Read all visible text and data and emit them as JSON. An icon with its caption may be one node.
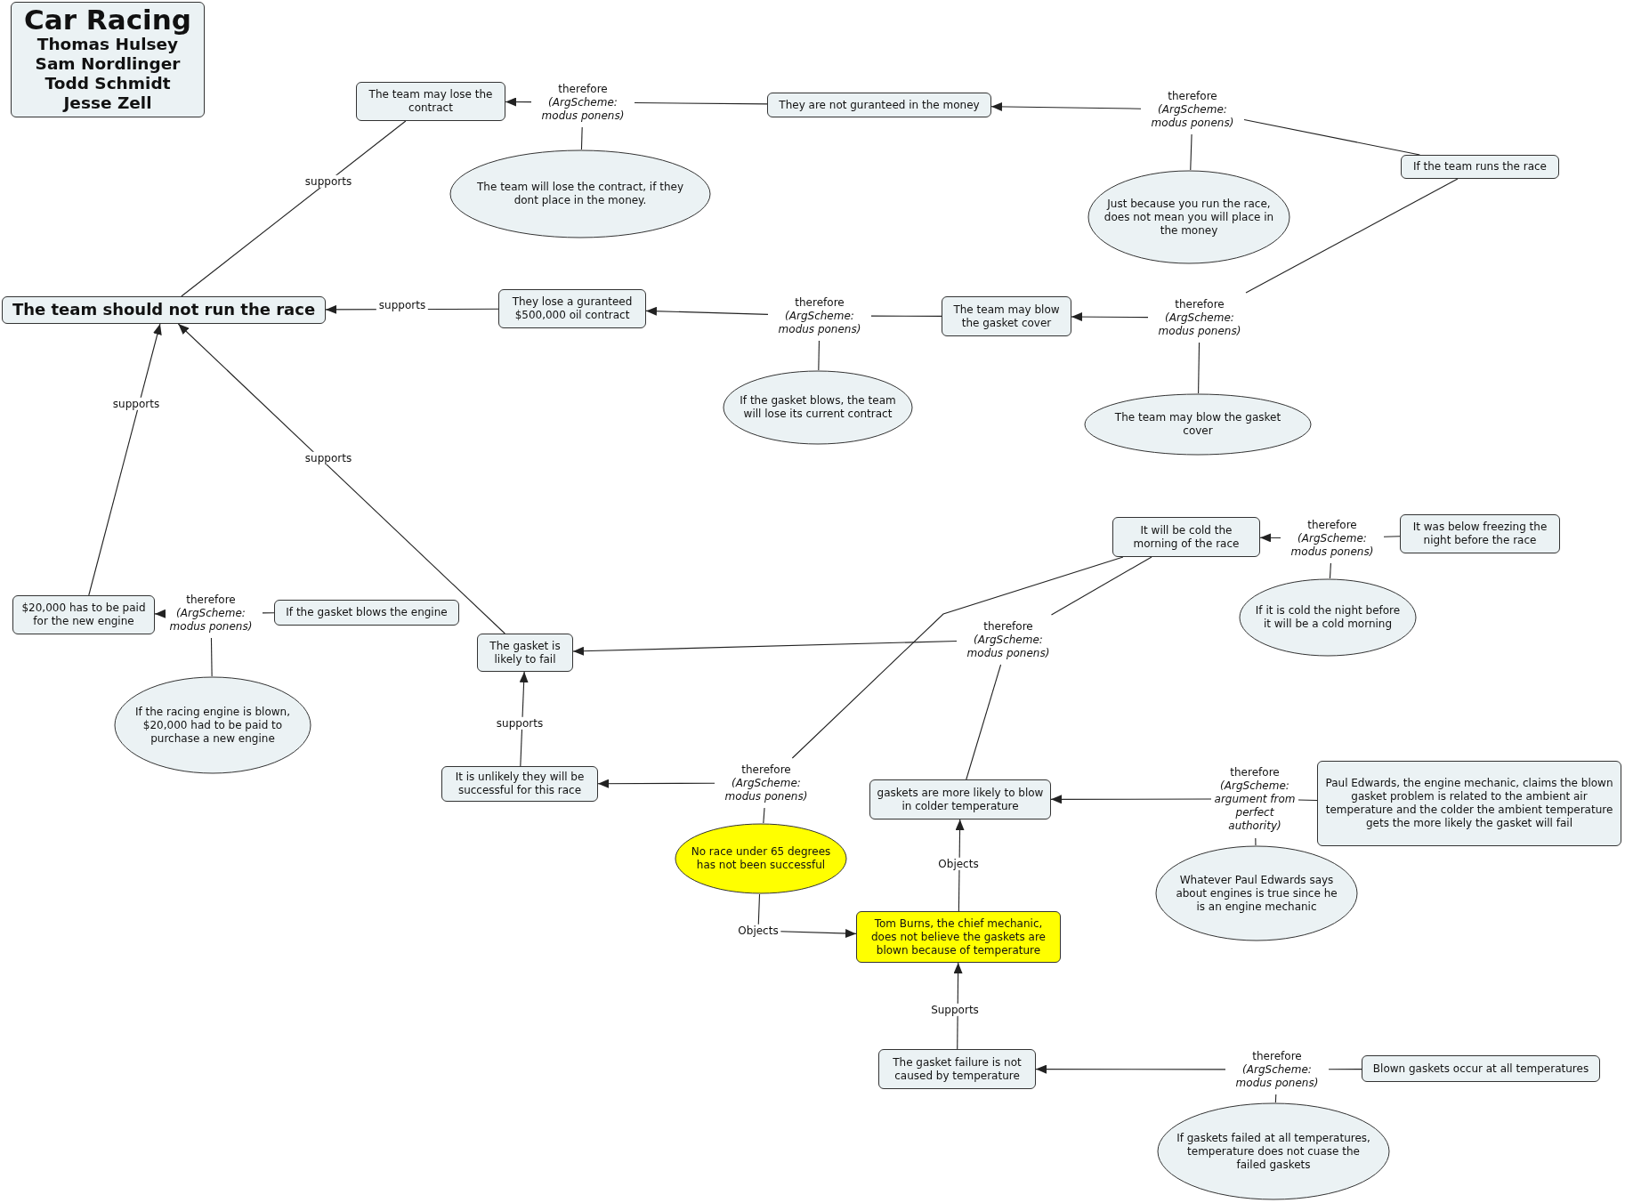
{
  "diagram": {
    "nodes": [
      {
        "text": [
          "Car Racing",
          "Thomas Hulsey",
          "Sam Nordlinger",
          "Todd Schmidt",
          "Jesse Zell"
        ]
      },
      {
        "text": [
          "The team may lose the contract"
        ]
      },
      {
        "text": [
          "therefore",
          "(ArgScheme: modus ponens)"
        ]
      },
      {
        "text": [
          "They are not guranteed in the money"
        ]
      },
      {
        "text": [
          "The team will lose the contract, if they dont place in the money."
        ]
      },
      {
        "text": [
          "therefore",
          "(ArgScheme: modus ponens)"
        ]
      },
      {
        "text": [
          "If the team runs the race"
        ]
      },
      {
        "text": [
          "Just because you run the race, does not mean you will place in the money"
        ]
      },
      {
        "text": [
          "The team should not run the race"
        ]
      },
      {
        "text": [
          "They lose a guranteed $500,000 oil contract"
        ]
      },
      {
        "text": [
          "therefore",
          "(ArgScheme: modus ponens)"
        ]
      },
      {
        "text": [
          "The team may blow the gasket cover"
        ]
      },
      {
        "text": [
          "therefore",
          "(ArgScheme: modus ponens)"
        ]
      },
      {
        "text": [
          "If the gasket blows, the team will lose its current contract"
        ]
      },
      {
        "text": [
          "The team may blow the gasket cover"
        ]
      },
      {
        "text": [
          "It will be cold the morning of the race"
        ]
      },
      {
        "text": [
          "therefore",
          "(ArgScheme: modus ponens)"
        ]
      },
      {
        "text": [
          "It was below freezing the night before the race"
        ]
      },
      {
        "text": [
          "If it is cold the night before it will be a cold morning"
        ]
      },
      {
        "text": [
          "$20,000 has to be paid for the new engine"
        ]
      },
      {
        "text": [
          "therefore",
          "(ArgScheme: modus ponens)"
        ]
      },
      {
        "text": [
          "If the gasket blows the engine"
        ]
      },
      {
        "text": [
          "If the racing engine is blown, $20,000 had to be paid to purchase a new engine"
        ]
      },
      {
        "text": [
          "The gasket is likely to fail"
        ]
      },
      {
        "text": [
          "therefore",
          "(ArgScheme: modus ponens)"
        ]
      },
      {
        "text": [
          "It is unlikely they will be successful for this race"
        ]
      },
      {
        "text": [
          "therefore",
          "(ArgScheme: modus ponens)"
        ]
      },
      {
        "text": [
          "gaskets are more likely to blow in colder temperature"
        ]
      },
      {
        "text": [
          "therefore",
          "(ArgScheme: argument from perfect authority)"
        ]
      },
      {
        "text": [
          "Paul Edwards, the engine mechanic, claims the blown gasket problem is related to the ambient air temperature and the colder the ambient temperature gets the more likely the gasket will fail"
        ]
      },
      {
        "text": [
          "No race under 65 degrees has not been successful"
        ]
      },
      {
        "text": [
          "Whatever Paul Edwards says about engines is true since he is an engine mechanic"
        ]
      },
      {
        "text": [
          "Tom Burns, the chief mechanic, does not believe the gaskets are blown because of temperature"
        ]
      },
      {
        "text": [
          "The gasket failure is not caused by temperature"
        ]
      },
      {
        "text": [
          "therefore",
          "(ArgScheme: modus ponens)"
        ]
      },
      {
        "text": [
          "Blown gaskets occur at all temperatures"
        ]
      },
      {
        "text": [
          "If gaskets failed at all temperatures, temperature does not cuase the failed gaskets"
        ]
      }
    ],
    "edges": [
      {
        "from": 2,
        "to": 1,
        "arrow": "to"
      },
      {
        "from": 3,
        "to": 2,
        "arrow": "none"
      },
      {
        "from": 4,
        "to": 2,
        "arrow": "none"
      },
      {
        "from": 5,
        "to": 3,
        "arrow": "to"
      },
      {
        "from": 6,
        "to": 5,
        "arrow": "none"
      },
      {
        "from": 7,
        "to": 5,
        "arrow": "none"
      },
      {
        "from": 1,
        "to": 8,
        "arrow": "none",
        "label": "supports"
      },
      {
        "from": 9,
        "to": 8,
        "arrow": "to",
        "label": "supports"
      },
      {
        "from": 10,
        "to": 9,
        "arrow": "to"
      },
      {
        "from": 11,
        "to": 10,
        "arrow": "none"
      },
      {
        "from": 13,
        "to": 10,
        "arrow": "none"
      },
      {
        "from": 12,
        "to": 11,
        "arrow": "to"
      },
      {
        "from": 6,
        "to": 12,
        "arrow": "none"
      },
      {
        "from": 14,
        "to": 12,
        "arrow": "none"
      },
      {
        "from": 19,
        "to": 8,
        "arrow": "to",
        "label": "supports"
      },
      {
        "from": 23,
        "to": 8,
        "arrow": "to",
        "label": "supports"
      },
      {
        "from": 20,
        "to": 19,
        "arrow": "to"
      },
      {
        "from": 21,
        "to": 20,
        "arrow": "none"
      },
      {
        "from": 22,
        "to": 20,
        "arrow": "none"
      },
      {
        "from": 16,
        "to": 15,
        "arrow": "to"
      },
      {
        "from": 17,
        "to": 16,
        "arrow": "none"
      },
      {
        "from": 18,
        "to": 16,
        "arrow": "none"
      },
      {
        "from": 24,
        "to": 23,
        "arrow": "to"
      },
      {
        "from": 15,
        "to": 24,
        "arrow": "none"
      },
      {
        "from": 27,
        "to": 24,
        "arrow": "none"
      },
      {
        "from": 25,
        "to": 23,
        "arrow": "to",
        "label": "supports"
      },
      {
        "from": 26,
        "to": 25,
        "arrow": "to"
      },
      {
        "from": 15,
        "to": 26,
        "arrow": "none"
      },
      {
        "from": 30,
        "to": 26,
        "arrow": "none"
      },
      {
        "from": 28,
        "to": 27,
        "arrow": "to"
      },
      {
        "from": 29,
        "to": 28,
        "arrow": "none"
      },
      {
        "from": 31,
        "to": 28,
        "arrow": "none"
      },
      {
        "from": 30,
        "to": 32,
        "arrow": "to",
        "label": "Objects"
      },
      {
        "from": 32,
        "to": 27,
        "arrow": "to",
        "label": "Objects"
      },
      {
        "from": 33,
        "to": 32,
        "arrow": "to",
        "label": "Supports"
      },
      {
        "from": 34,
        "to": 33,
        "arrow": "to"
      },
      {
        "from": 35,
        "to": 34,
        "arrow": "none"
      },
      {
        "from": 36,
        "to": 34,
        "arrow": "none"
      }
    ]
  }
}
